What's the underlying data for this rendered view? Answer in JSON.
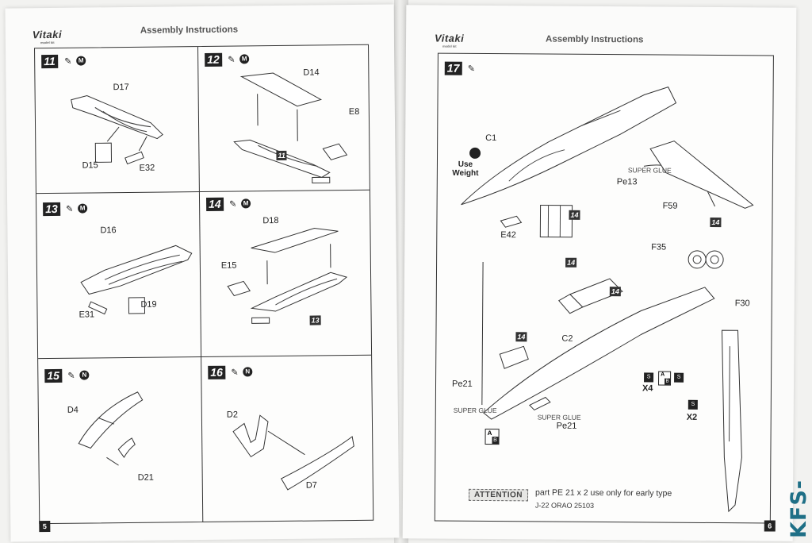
{
  "left_page": {
    "brand": "Vitaki",
    "brand_sub": "model kit",
    "header_title": "Assembly Instructions",
    "page_number": "5",
    "steps": [
      {
        "num": "11",
        "symbol": "M",
        "parts": [
          "D17",
          "D15",
          "E32"
        ]
      },
      {
        "num": "12",
        "symbol": "M",
        "parts": [
          "D14",
          "E8",
          "11"
        ]
      },
      {
        "num": "13",
        "symbol": "M",
        "parts": [
          "D16",
          "E31",
          "D19"
        ]
      },
      {
        "num": "14",
        "symbol": "M",
        "parts": [
          "D18",
          "E15",
          "13"
        ]
      },
      {
        "num": "15",
        "symbol": "N",
        "parts": [
          "D4",
          "D21"
        ]
      },
      {
        "num": "16",
        "symbol": "N",
        "parts": [
          "D2",
          "D7"
        ]
      }
    ]
  },
  "right_page": {
    "brand": "Vitaki",
    "brand_sub": "model kit",
    "header_title": "Assembly Instructions",
    "page_number": "6",
    "step": {
      "num": "17"
    },
    "use_weight": "Use Weight",
    "parts": {
      "c1": "C1",
      "e42": "E42",
      "pe13": "Pe13",
      "f59": "F59",
      "f35": "F35",
      "f30": "F30",
      "c2": "C2",
      "pe21a": "Pe21",
      "pe21b": "Pe21",
      "x4": "X4",
      "x2": "X2",
      "ref14": "14"
    },
    "glue_label": "SUPER GLUE",
    "option_a": "A",
    "option_b": "B",
    "attention_label": "ATTENTION",
    "attention_text": "part PE 21 x 2 use only for early type",
    "kit_code": "J-22 ORAO 25103"
  },
  "watermark": "KFS-miniatures"
}
